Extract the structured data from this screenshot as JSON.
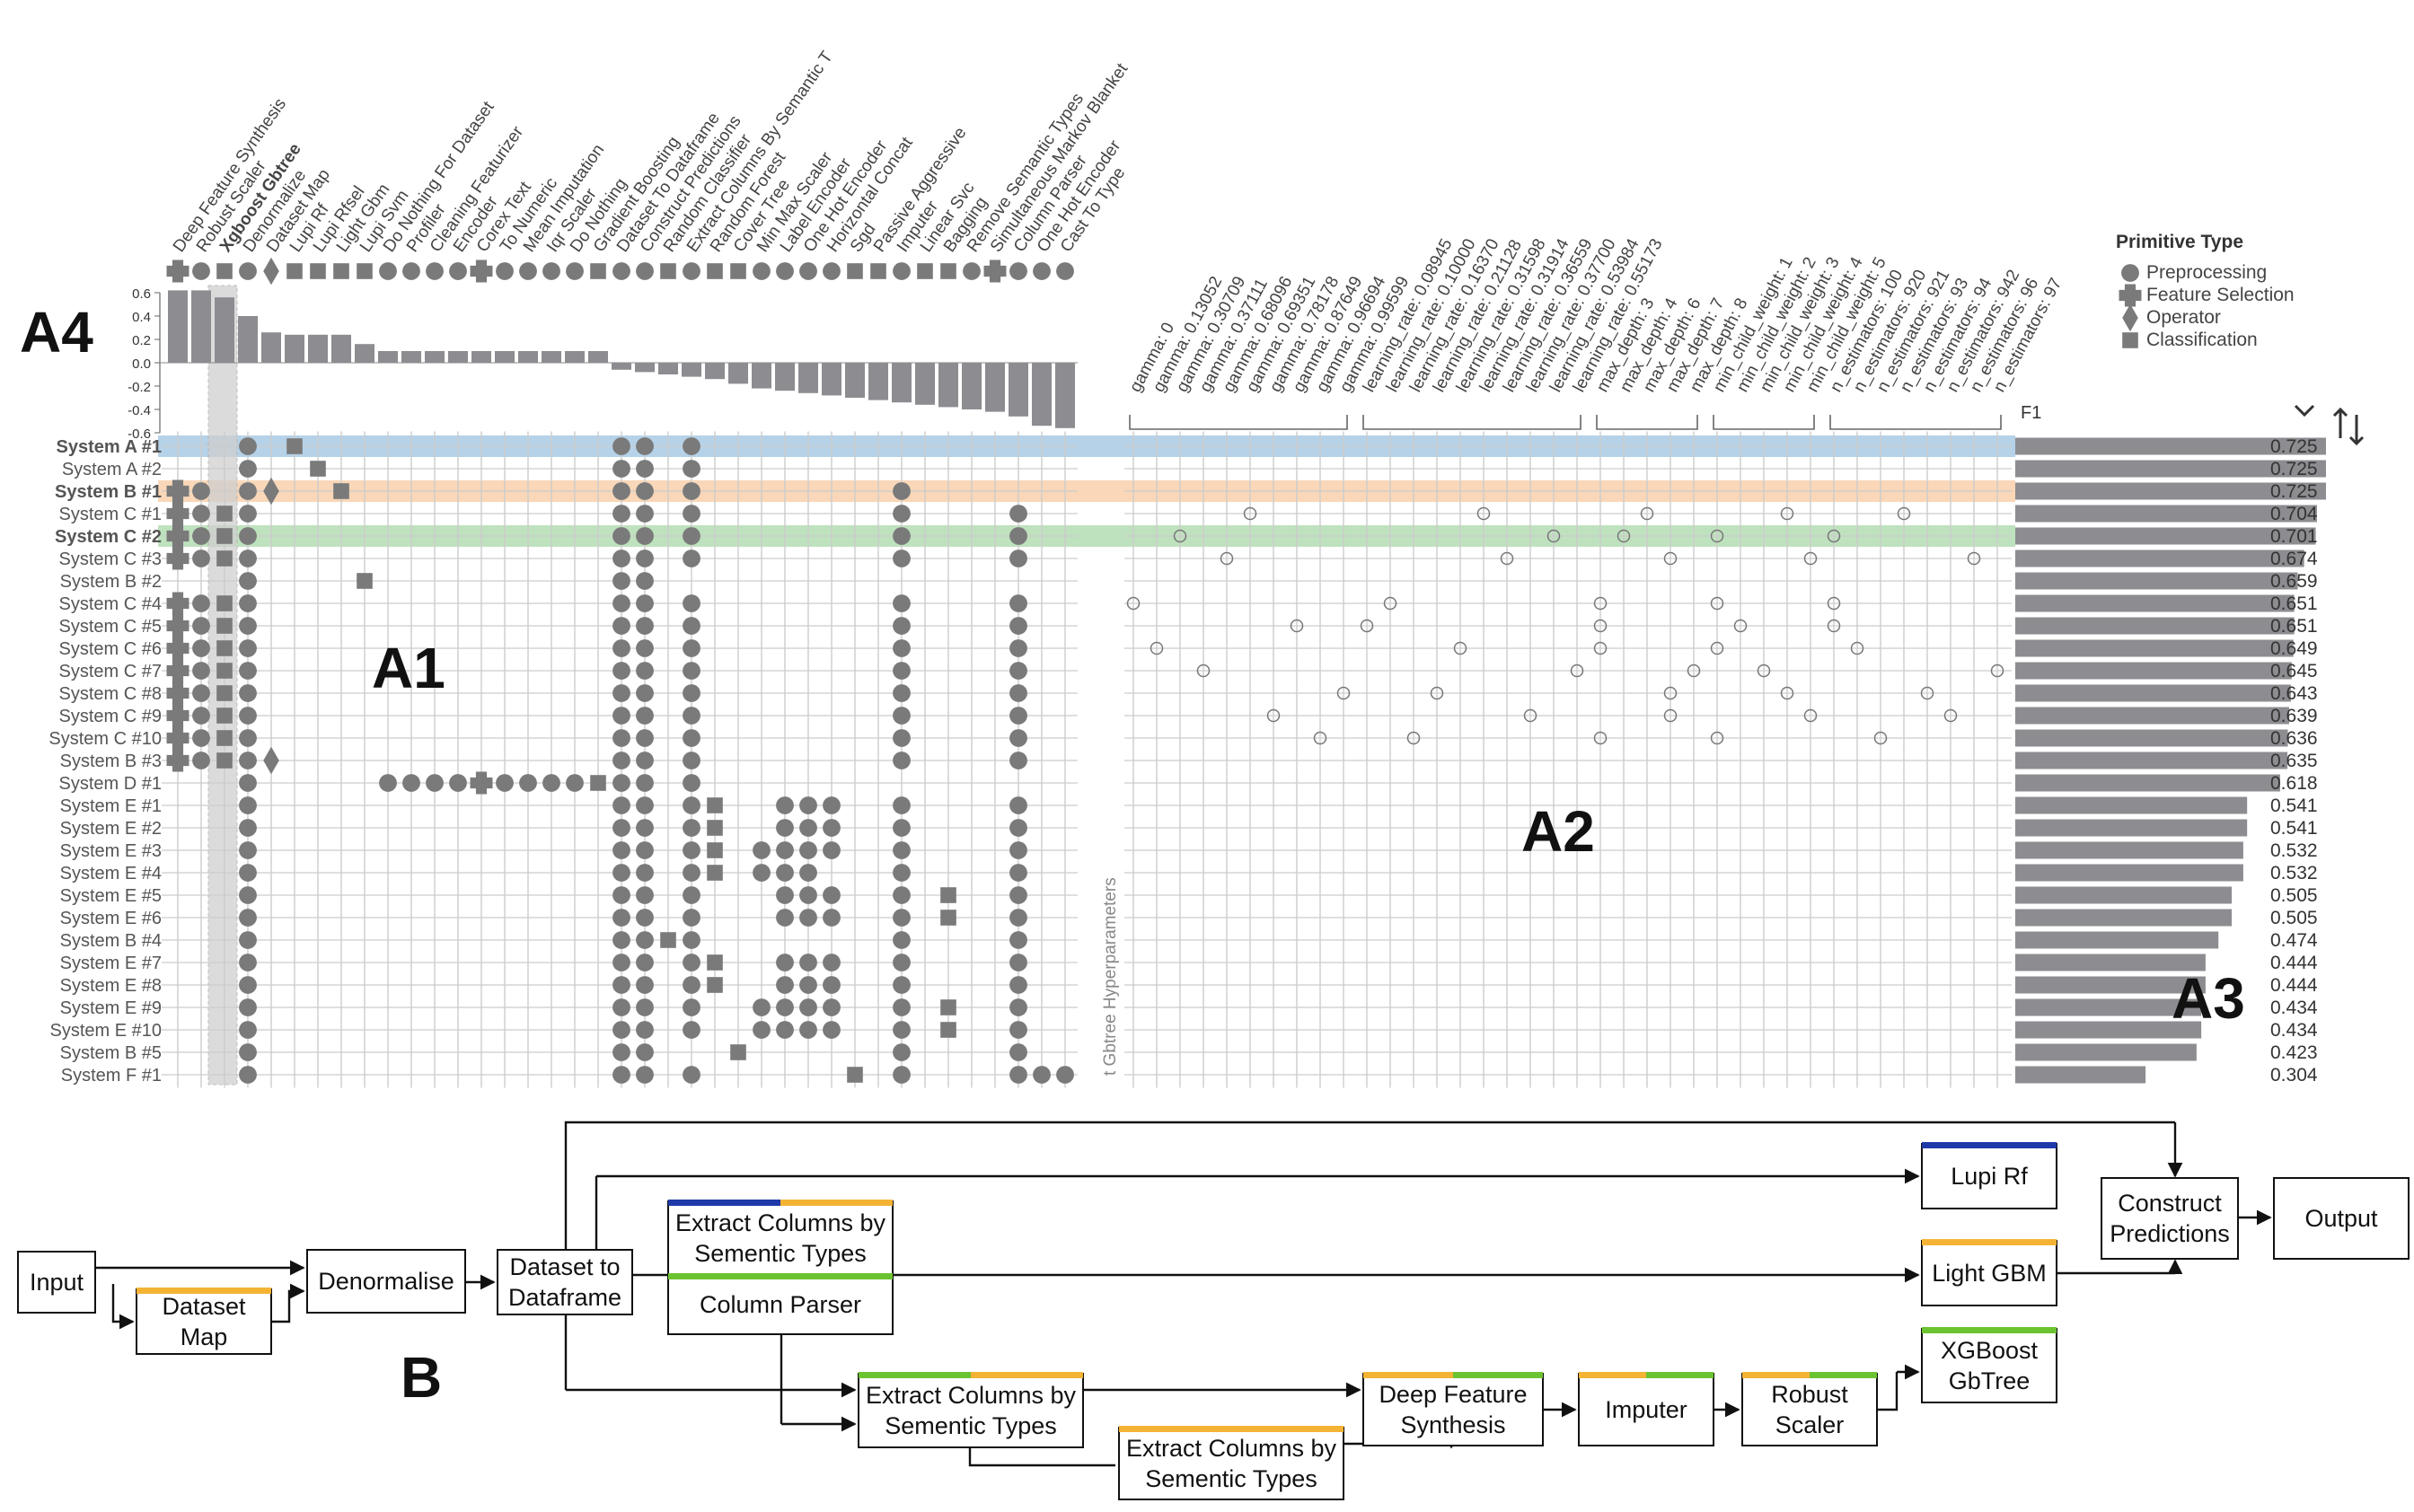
{
  "colors": {
    "grid": "#cccccc",
    "mark": "#7a7a7a",
    "bar": "#8c8c91",
    "highlight_a1": "#9ec3e0",
    "highlight_b1": "#f7c9a0",
    "highlight_c2": "#a9d8a8",
    "orange": "#f5b335",
    "green": "#6cc331",
    "blue": "#1f39a8"
  },
  "panel_labels": [
    "A4",
    "A1",
    "A2",
    "A3",
    "B"
  ],
  "legend": {
    "title": "Primitive Type",
    "items": [
      {
        "label": "Preprocessing",
        "icon": "circle-icon"
      },
      {
        "label": "Feature Selection",
        "icon": "plus-icon"
      },
      {
        "label": "Operator",
        "icon": "diamond-icon"
      },
      {
        "label": "Classification",
        "icon": "square-icon"
      }
    ]
  },
  "primitives": [
    {
      "name": "Deep Feature Synthesis",
      "type": "plus"
    },
    {
      "name": "Robust Scaler",
      "type": "circle"
    },
    {
      "name": "Xgboost Gbtree",
      "type": "square",
      "bold": true
    },
    {
      "name": "Denormalize",
      "type": "circle"
    },
    {
      "name": "Dataset Map",
      "type": "diamond"
    },
    {
      "name": "Lupi Rf",
      "type": "square"
    },
    {
      "name": "Lupi Rfsel",
      "type": "square"
    },
    {
      "name": "Light Gbm",
      "type": "square"
    },
    {
      "name": "Lupi Svm",
      "type": "square"
    },
    {
      "name": "Do Nothing For Dataset",
      "type": "circle"
    },
    {
      "name": "Profiler",
      "type": "circle"
    },
    {
      "name": "Cleaning Featurizer",
      "type": "circle"
    },
    {
      "name": "Encoder",
      "type": "circle"
    },
    {
      "name": "Corex Text",
      "type": "plus"
    },
    {
      "name": "To Numeric",
      "type": "circle"
    },
    {
      "name": "Mean Imputation",
      "type": "circle"
    },
    {
      "name": "Iqr Scaler",
      "type": "circle"
    },
    {
      "name": "Do Nothing",
      "type": "circle"
    },
    {
      "name": "Gradient Boosting",
      "type": "square"
    },
    {
      "name": "Dataset To Dataframe",
      "type": "circle"
    },
    {
      "name": "Construct Predictions",
      "type": "circle"
    },
    {
      "name": "Random Classifier",
      "type": "square"
    },
    {
      "name": "Extract Columns By Semantic T",
      "type": "circle"
    },
    {
      "name": "Random Forest",
      "type": "square"
    },
    {
      "name": "Cover Tree",
      "type": "square"
    },
    {
      "name": "Min Max Scaler",
      "type": "circle"
    },
    {
      "name": "Label Encoder",
      "type": "circle"
    },
    {
      "name": "One Hot Encoder",
      "type": "circle"
    },
    {
      "name": "Horizontal Concat",
      "type": "circle"
    },
    {
      "name": "Sgd",
      "type": "square"
    },
    {
      "name": "Passive Aggressive",
      "type": "square"
    },
    {
      "name": "Imputer",
      "type": "circle"
    },
    {
      "name": "Linear Svc",
      "type": "square"
    },
    {
      "name": "Bagging",
      "type": "square"
    },
    {
      "name": "Remove Semantic Types",
      "type": "circle"
    },
    {
      "name": "Simultaneous Markov Blanket",
      "type": "plus"
    },
    {
      "name": "Column Parser",
      "type": "circle"
    },
    {
      "name": "One Hot Encoder",
      "type": "circle"
    },
    {
      "name": "Cast To Type",
      "type": "circle"
    }
  ],
  "importance": {
    "ticks": [
      "0.6",
      "0.4",
      "0.2",
      "0.0",
      "-0.2",
      "-0.4",
      "-0.6"
    ],
    "values": [
      0.62,
      0.62,
      0.56,
      0.4,
      0.26,
      0.24,
      0.24,
      0.24,
      0.16,
      0.1,
      0.1,
      0.1,
      0.1,
      0.1,
      0.1,
      0.1,
      0.1,
      0.1,
      0.1,
      -0.06,
      -0.08,
      -0.1,
      -0.12,
      -0.14,
      -0.18,
      -0.22,
      -0.24,
      -0.26,
      -0.28,
      -0.3,
      -0.32,
      -0.34,
      -0.36,
      -0.38,
      -0.4,
      -0.42,
      -0.46,
      -0.54,
      -0.56
    ]
  },
  "systems": [
    {
      "name": "System A #1",
      "bold": true
    },
    {
      "name": "System A #2"
    },
    {
      "name": "System B #1",
      "bold": true
    },
    {
      "name": "System C #1"
    },
    {
      "name": "System C #2",
      "bold": true
    },
    {
      "name": "System C #3"
    },
    {
      "name": "System B #2"
    },
    {
      "name": "System C #4"
    },
    {
      "name": "System C #5"
    },
    {
      "name": "System C #6"
    },
    {
      "name": "System C #7"
    },
    {
      "name": "System C #8"
    },
    {
      "name": "System C #9"
    },
    {
      "name": "System C #10"
    },
    {
      "name": "System B #3"
    },
    {
      "name": "System D #1"
    },
    {
      "name": "System E #1"
    },
    {
      "name": "System E #2"
    },
    {
      "name": "System E #3"
    },
    {
      "name": "System E #4"
    },
    {
      "name": "System E #5"
    },
    {
      "name": "System E #6"
    },
    {
      "name": "System B #4"
    },
    {
      "name": "System E #7"
    },
    {
      "name": "System E #8"
    },
    {
      "name": "System E #9"
    },
    {
      "name": "System E #10"
    },
    {
      "name": "System B #5"
    },
    {
      "name": "System F #1"
    }
  ],
  "matrix": [
    [
      3,
      5,
      19,
      20,
      22
    ],
    [
      3,
      6,
      19,
      20,
      22
    ],
    [
      0,
      1,
      3,
      4,
      7,
      19,
      20,
      22,
      31
    ],
    [
      0,
      1,
      2,
      3,
      19,
      20,
      22,
      31,
      36
    ],
    [
      0,
      1,
      2,
      3,
      19,
      20,
      22,
      31,
      36
    ],
    [
      0,
      1,
      2,
      3,
      19,
      20,
      22,
      31,
      36
    ],
    [
      3,
      8,
      19,
      20
    ],
    [
      0,
      1,
      2,
      3,
      19,
      20,
      22,
      31,
      36
    ],
    [
      0,
      1,
      2,
      3,
      19,
      20,
      22,
      31,
      36
    ],
    [
      0,
      1,
      2,
      3,
      19,
      20,
      22,
      31,
      36
    ],
    [
      0,
      1,
      2,
      3,
      19,
      20,
      22,
      31,
      36
    ],
    [
      0,
      1,
      2,
      3,
      19,
      20,
      22,
      31,
      36
    ],
    [
      0,
      1,
      2,
      3,
      19,
      20,
      22,
      31,
      36
    ],
    [
      0,
      1,
      2,
      3,
      19,
      20,
      22,
      31,
      36
    ],
    [
      0,
      1,
      2,
      3,
      4,
      19,
      20,
      22,
      31,
      36
    ],
    [
      3,
      9,
      10,
      11,
      12,
      13,
      14,
      15,
      16,
      17,
      18,
      19,
      20,
      22
    ],
    [
      3,
      19,
      20,
      22,
      23,
      26,
      27,
      28,
      31,
      36
    ],
    [
      3,
      19,
      20,
      22,
      23,
      26,
      27,
      28,
      31,
      36
    ],
    [
      3,
      19,
      20,
      22,
      23,
      25,
      26,
      27,
      28,
      31,
      36
    ],
    [
      3,
      19,
      20,
      22,
      23,
      25,
      26,
      27,
      31,
      36
    ],
    [
      3,
      19,
      20,
      22,
      26,
      27,
      28,
      31,
      33,
      36
    ],
    [
      3,
      19,
      20,
      22,
      26,
      27,
      28,
      31,
      33,
      36
    ],
    [
      3,
      19,
      20,
      21,
      22,
      31,
      36
    ],
    [
      3,
      19,
      20,
      22,
      23,
      26,
      27,
      28,
      31,
      36
    ],
    [
      3,
      19,
      20,
      22,
      23,
      26,
      27,
      28,
      31,
      36
    ],
    [
      3,
      19,
      20,
      22,
      25,
      26,
      27,
      28,
      31,
      33,
      36
    ],
    [
      3,
      19,
      20,
      22,
      25,
      26,
      27,
      28,
      31,
      33,
      36
    ],
    [
      3,
      19,
      20,
      24,
      31,
      36
    ],
    [
      3,
      19,
      20,
      22,
      29,
      31,
      36,
      37,
      38
    ]
  ],
  "hyperparams": {
    "side_label": "t Gbtree Hyperparameters",
    "labels": [
      "gamma: 0",
      "gamma: 0.13052",
      "gamma: 0.30709",
      "gamma: 0.37111",
      "gamma: 0.68096",
      "gamma: 0.69351",
      "gamma: 0.78178",
      "gamma: 0.87649",
      "gamma: 0.96694",
      "gamma: 0.99599",
      "learning_rate: 0.08945",
      "learning_rate: 0.10000",
      "learning_rate: 0.16370",
      "learning_rate: 0.21128",
      "learning_rate: 0.31598",
      "learning_rate: 0.31914",
      "learning_rate: 0.36559",
      "learning_rate: 0.37700",
      "learning_rate: 0.53984",
      "learning_rate: 0.55173",
      "max_depth: 3",
      "max_depth: 4",
      "max_depth: 6",
      "max_depth: 7",
      "max_depth: 8",
      "min_child_weight: 1",
      "min_child_weight: 2",
      "min_child_weight: 3",
      "min_child_weight: 4",
      "min_child_weight: 5",
      "n_estimators: 100",
      "n_estimators: 920",
      "n_estimators: 921",
      "n_estimators: 93",
      "n_estimators: 94",
      "n_estimators: 942",
      "n_estimators: 96",
      "n_estimators: 97"
    ],
    "groups": [
      [
        0,
        9
      ],
      [
        10,
        19
      ],
      [
        20,
        24
      ],
      [
        25,
        29
      ],
      [
        30,
        37
      ]
    ],
    "dots": [
      [],
      [],
      [],
      [
        5,
        15,
        22,
        28,
        33
      ],
      [
        2,
        18,
        21,
        25,
        30
      ],
      [
        4,
        16,
        23,
        29,
        36
      ],
      [],
      [
        0,
        11,
        20,
        25,
        30
      ],
      [
        7,
        10,
        20,
        26,
        30
      ],
      [
        1,
        14,
        20,
        25,
        31
      ],
      [
        3,
        19,
        24,
        27,
        37
      ],
      [
        9,
        13,
        23,
        28,
        34
      ],
      [
        6,
        17,
        23,
        29,
        35
      ],
      [
        8,
        12,
        20,
        25,
        32
      ],
      [],
      [],
      [],
      [],
      [],
      [],
      [],
      [],
      [],
      [],
      [],
      [],
      [],
      [],
      []
    ]
  },
  "scores": {
    "label": "F1",
    "chevron_icon": "chevron-down-icon",
    "sort_icon": "sort-arrows-icon",
    "max": 0.725,
    "values": [
      0.725,
      0.725,
      0.725,
      0.704,
      0.701,
      0.674,
      0.659,
      0.651,
      0.651,
      0.649,
      0.645,
      0.643,
      0.639,
      0.636,
      0.635,
      0.618,
      0.541,
      0.541,
      0.532,
      0.532,
      0.505,
      0.505,
      0.474,
      0.444,
      0.444,
      0.434,
      0.434,
      0.423,
      0.304
    ],
    "labels": [
      "0.725",
      "0.725",
      "0.725",
      "0.704",
      "0.701",
      "0.674",
      "0.659",
      "0.651",
      "0.651",
      "0.649",
      "0.645",
      "0.643",
      "0.639",
      "0.636",
      "0.635",
      "0.618",
      "0.541",
      "0.541",
      "0.532",
      "0.532",
      "0.505",
      "0.505",
      "0.474",
      "0.444",
      "0.444",
      "0.434",
      "0.434",
      "0.423",
      "0.304"
    ]
  },
  "pipeline": {
    "boxes": [
      {
        "id": "input",
        "lines": [
          "Input"
        ],
        "stripe": []
      },
      {
        "id": "dataset-map",
        "lines": [
          "Dataset",
          "Map"
        ],
        "stripe": [
          "orange"
        ]
      },
      {
        "id": "denormalise",
        "lines": [
          "Denormalise"
        ],
        "stripe": []
      },
      {
        "id": "dataset-to-dataframe",
        "lines": [
          "Dataset to",
          "Dataframe"
        ],
        "stripe": []
      },
      {
        "id": "extract-columns-1",
        "lines": [
          "Extract Columns by",
          "Sementic Types"
        ],
        "stripe": [
          "blue",
          "orange"
        ]
      },
      {
        "id": "column-parser",
        "lines": [
          "Column Parser"
        ],
        "stripe": [
          "green"
        ]
      },
      {
        "id": "extract-columns-2",
        "lines": [
          "Extract Columns by",
          "Sementic Types"
        ],
        "stripe": [
          "green",
          "orange"
        ]
      },
      {
        "id": "extract-columns-3",
        "lines": [
          "Extract Columns by",
          "Sementic Types"
        ],
        "stripe": [
          "orange"
        ]
      },
      {
        "id": "deep-feature-synthesis",
        "lines": [
          "Deep Feature",
          "Synthesis"
        ],
        "stripe": [
          "orange",
          "green"
        ]
      },
      {
        "id": "imputer",
        "lines": [
          "Imputer"
        ],
        "stripe": [
          "orange",
          "green"
        ]
      },
      {
        "id": "robust-scaler",
        "lines": [
          "Robust",
          "Scaler"
        ],
        "stripe": [
          "orange",
          "green"
        ]
      },
      {
        "id": "lupi-rf",
        "lines": [
          "Lupi Rf"
        ],
        "stripe": [
          "blue"
        ]
      },
      {
        "id": "light-gbm",
        "lines": [
          "Light GBM"
        ],
        "stripe": [
          "orange"
        ]
      },
      {
        "id": "xgboost-gbtree",
        "lines": [
          "XGBoost",
          "GbTree"
        ],
        "stripe": [
          "green"
        ]
      },
      {
        "id": "construct-predictions",
        "lines": [
          "Construct",
          "Predictions"
        ],
        "stripe": []
      },
      {
        "id": "output",
        "lines": [
          "Output"
        ],
        "stripe": []
      }
    ]
  }
}
